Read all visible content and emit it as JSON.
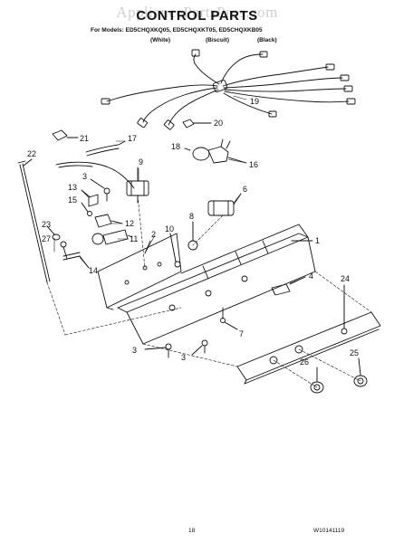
{
  "header": {
    "watermark": "AppliancePartsPros.com",
    "title": "CONTROL PARTS",
    "models_line": "For Models: ED5CHQXKQ05, ED5CHQXKT05, ED5CHQXKB05",
    "variants": [
      "(White)",
      "(Biscuit)",
      "(Black)"
    ]
  },
  "callouts": [
    "1",
    "2",
    "3",
    "4",
    "6",
    "7",
    "8",
    "9",
    "10",
    "11",
    "12",
    "13",
    "14",
    "15",
    "16",
    "17",
    "18",
    "19",
    "20",
    "21",
    "22",
    "23",
    "24",
    "25",
    "26",
    "27"
  ],
  "footer": {
    "page_number": "18",
    "doc_number": "W10141119"
  }
}
